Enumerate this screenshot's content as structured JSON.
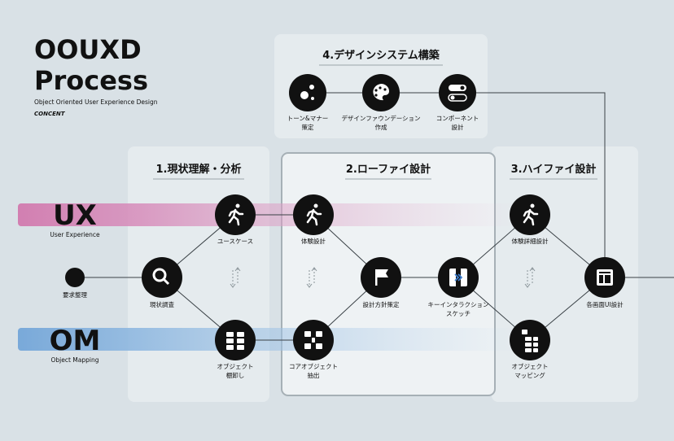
{
  "title": {
    "line1": "OOUXD",
    "line2": "Process",
    "subtitle": "Object Oriented User Experience Design",
    "brand": "CONCENT"
  },
  "sections": {
    "design_system": "4.デザインシステム構築",
    "current": "1.現状理解・分析",
    "lofi": "2.ローファイ設計",
    "hifi": "3.ハイファイ設計"
  },
  "bands": {
    "ux": {
      "label": "UX",
      "sub": "User Experience",
      "color": "#d27fb1"
    },
    "om": {
      "label": "OM",
      "sub": "Object Mapping",
      "color": "#79a9d9"
    }
  },
  "nodes": {
    "tone": {
      "label1": "トーン&マナー",
      "label2": "策定",
      "icon": "dots-icon"
    },
    "foundation": {
      "label1": "デザインファウンデーション",
      "label2": "作成",
      "icon": "palette-icon"
    },
    "component": {
      "label1": "コンポーネント",
      "label2": "設計",
      "icon": "toggle-icon"
    },
    "requirements": {
      "label1": "要求整理",
      "icon": "dot-icon"
    },
    "research": {
      "label1": "現状調査",
      "icon": "search-icon"
    },
    "usecase": {
      "label1": "ユースケース",
      "icon": "runner-icon"
    },
    "object_inventory": {
      "label1": "オブジェクト",
      "label2": "棚卸し",
      "icon": "grid-icon"
    },
    "experience": {
      "label1": "体験設計",
      "icon": "runner-icon"
    },
    "core_object": {
      "label1": "コアオブジェクト",
      "label2": "抽出",
      "icon": "grid-icon"
    },
    "policy": {
      "label1": "設計方針策定",
      "icon": "flag-icon"
    },
    "key_sketch": {
      "label1": "キーインタラクション",
      "label2": "スケッチ",
      "icon": "interaction-icon"
    },
    "exp_detail": {
      "label1": "体験詳細設計",
      "icon": "runner-icon"
    },
    "object_mapping": {
      "label1": "オブジェクト",
      "label2": "マッピング",
      "icon": "mapping-icon"
    },
    "screen_ui": {
      "label1": "各画面UI設計",
      "icon": "layout-icon"
    }
  }
}
